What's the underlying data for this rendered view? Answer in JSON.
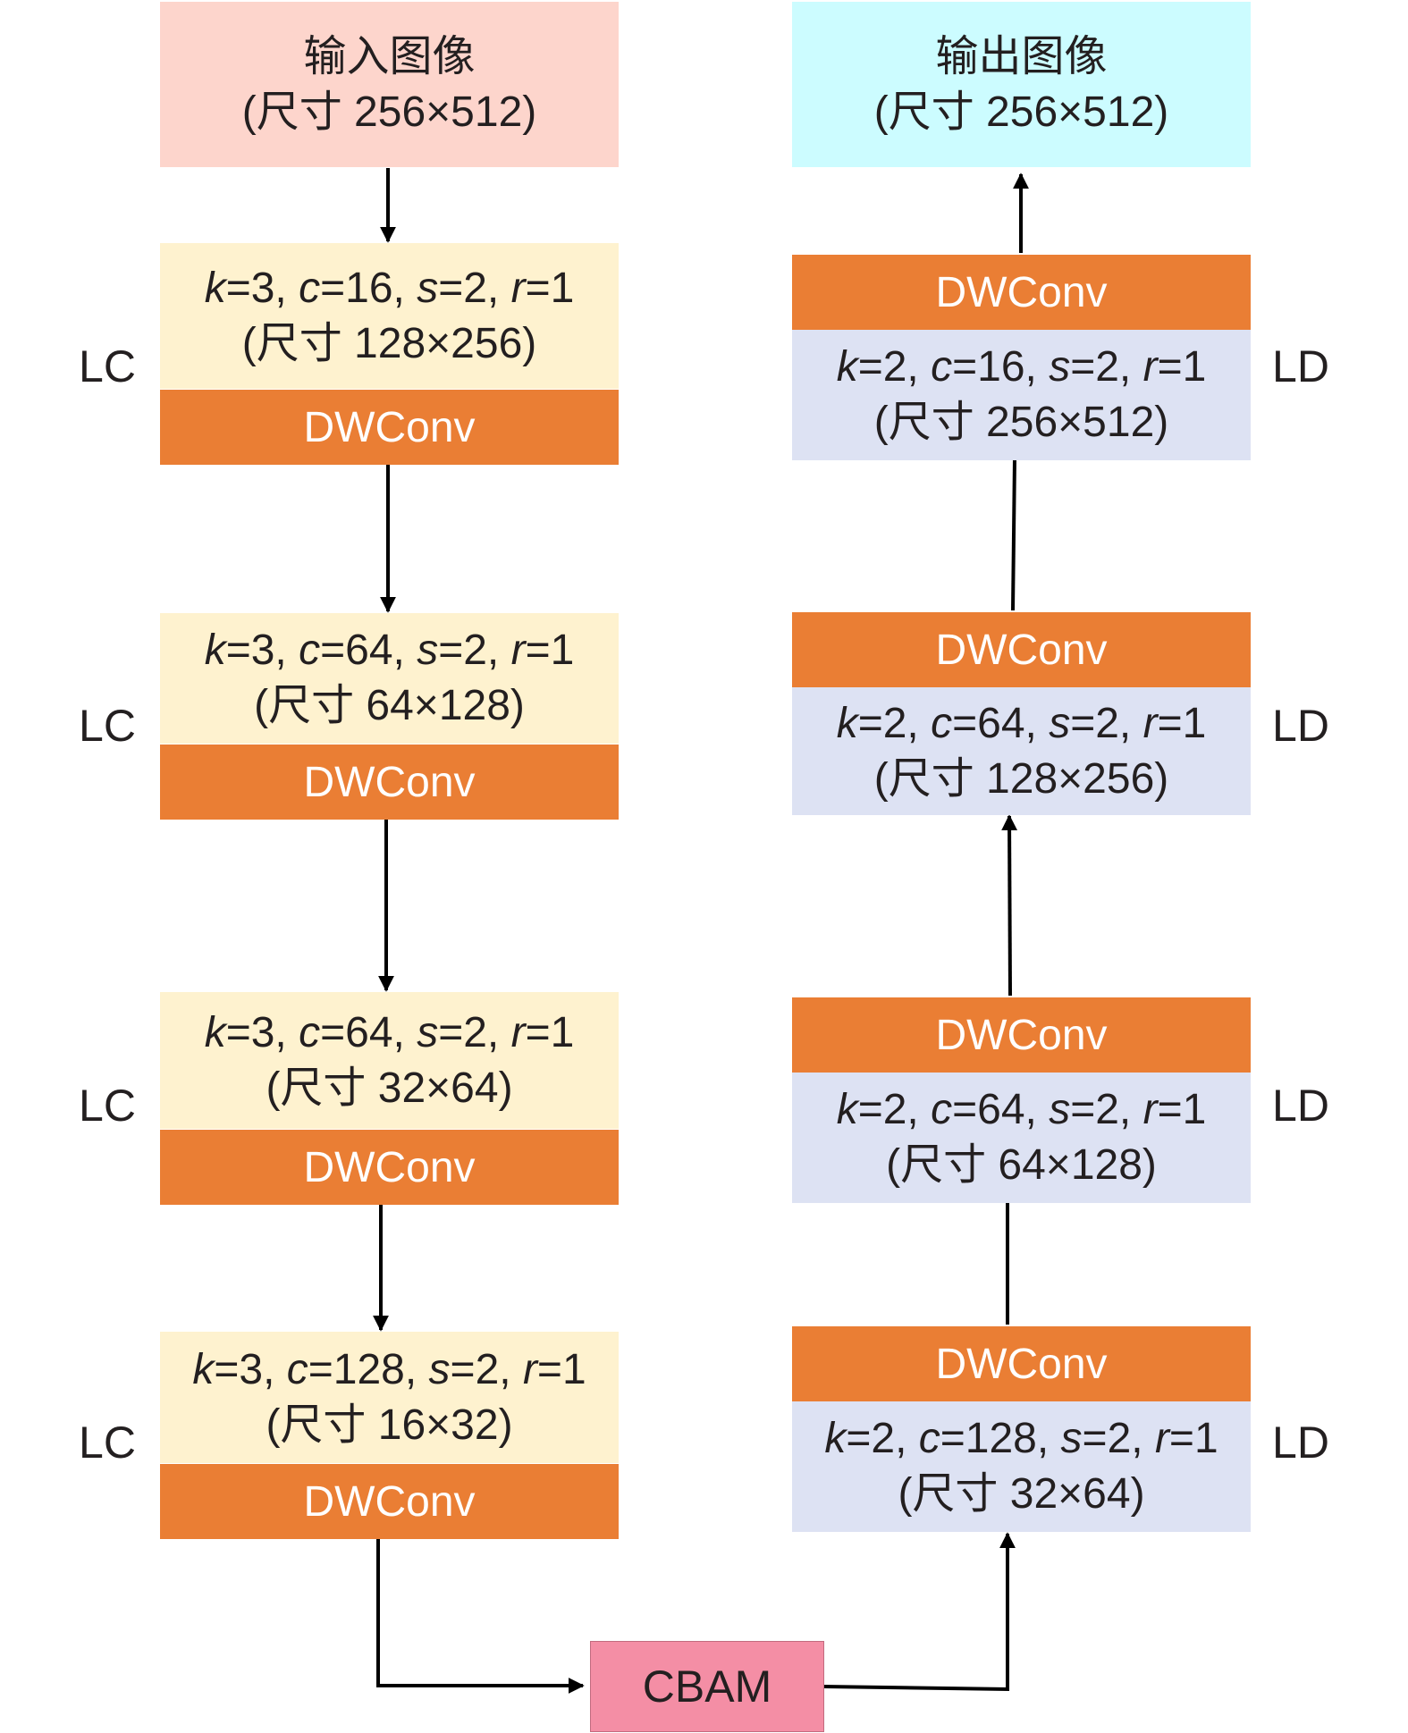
{
  "input": {
    "title": "输入图像",
    "size": "(尺寸 256×512)"
  },
  "output": {
    "title": "输出图像",
    "size": "(尺寸 256×512)"
  },
  "conv_label": "DWConv",
  "cbam_label": "CBAM",
  "encoder": [
    {
      "side": "LC",
      "k": "3",
      "c": "16",
      "s": "2",
      "r": "1",
      "size": "(尺寸 128×256)"
    },
    {
      "side": "LC",
      "k": "3",
      "c": "64",
      "s": "2",
      "r": "1",
      "size": "(尺寸 64×128)"
    },
    {
      "side": "LC",
      "k": "3",
      "c": "64",
      "s": "2",
      "r": "1",
      "size": "(尺寸 32×64)"
    },
    {
      "side": "LC",
      "k": "3",
      "c": "128",
      "s": "2",
      "r": "1",
      "size": "(尺寸 16×32)"
    }
  ],
  "decoder": [
    {
      "side": "LD",
      "k": "2",
      "c": "16",
      "s": "2",
      "r": "1",
      "size": "(尺寸 256×512)"
    },
    {
      "side": "LD",
      "k": "2",
      "c": "64",
      "s": "2",
      "r": "1",
      "size": "(尺寸 128×256)"
    },
    {
      "side": "LD",
      "k": "2",
      "c": "64",
      "s": "2",
      "r": "1",
      "size": "(尺寸 64×128)"
    },
    {
      "side": "LD",
      "k": "2",
      "c": "128",
      "s": "2",
      "r": "1",
      "size": "(尺寸 32×64)"
    }
  ],
  "colors": {
    "input_fill": "#fdd5cc",
    "output_fill": "#ccfcff",
    "encoder_fill": "#fef2cf",
    "decoder_fill": "#dde2f3",
    "conv_fill": "#ea7e34",
    "cbam_fill": "#f48ea5"
  }
}
